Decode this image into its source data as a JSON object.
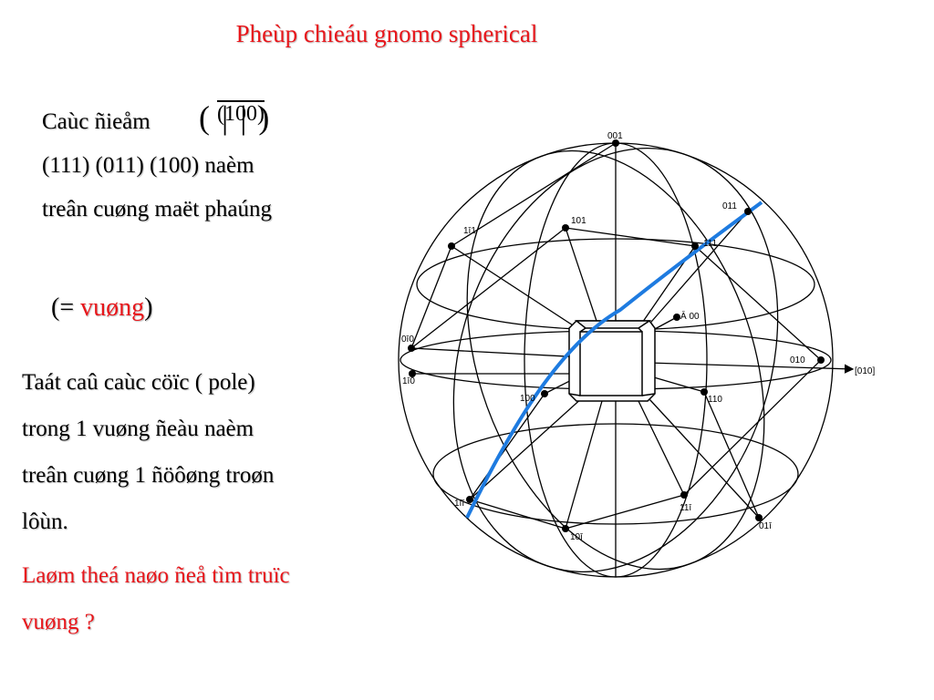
{
  "title": "Pheùp chieáu gnomo spherical",
  "intro": {
    "line1": "Caùc ñieåm",
    "overlay_small": "(100)",
    "overlay_big": "(  |  |  )",
    "line2": "(111) (011) (100) naèm",
    "line3": "treân cuøng maët phaúng"
  },
  "equation": {
    "open": "(= ",
    "word": "vuøng",
    "close": ")"
  },
  "body": {
    "line1": "Taát caû caùc cöïc ( pole)",
    "line2": "trong 1 vuøng ñeàu naèm",
    "line3": "treân cuøng 1 ñöôøng troøn",
    "line4": "lôùn."
  },
  "question": {
    "line1": "Laøm theá naøo ñeå tìm truïc",
    "line2": "vuøng ?"
  },
  "diagram": {
    "labels": {
      "p001": "001",
      "p011": "011",
      "p101": "101",
      "p1m11": "1ī1",
      "p111": "111",
      "pm100": "Ā 00",
      "p0m10": "0ī0",
      "p010": "010",
      "axis010": "[010]",
      "p1m10": "1ī0",
      "p100": "100",
      "p110": "110",
      "p1m1m1": "1īī",
      "p11m1": "11ī",
      "p10m1": "10ī",
      "p01m1": "01ī"
    },
    "colors": {
      "zone_circle": "#1e7be0",
      "lines": "#000000",
      "title": "#e8161b"
    }
  }
}
